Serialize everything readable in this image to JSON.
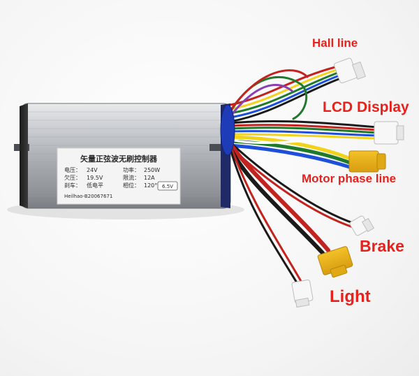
{
  "photo": {
    "subject": "brushless motor controller with labeled wire connectors",
    "background_color": "#f4f4f4",
    "wire_colors": [
      "#1a1a1a",
      "#1f7a2b",
      "#1e4fd8",
      "#f2d21a",
      "#c3231f",
      "#8a3fb5",
      "#ffffff"
    ]
  },
  "callouts": {
    "hall": "Hall line",
    "lcd": "LCD Display",
    "motor_phase": "Motor phase line",
    "brake": "Brake",
    "light": "Light",
    "color": "#e8211c"
  },
  "controller_label": {
    "title": "矢量正弦波无刷控制器",
    "voltage_label": "电压：",
    "voltage_value": "24V",
    "power_label": "功率：",
    "power_value": "250W",
    "undervoltage_label": "欠压：",
    "undervoltage_value": "19.5V",
    "current_label": "限流：",
    "current_value": "12A",
    "brake_label": "刹车：",
    "brake_value": "低电平",
    "phase_label": "相位：",
    "phase_value": "120°",
    "badge": "6.5V",
    "serial": "Heilhao-B20067671"
  }
}
